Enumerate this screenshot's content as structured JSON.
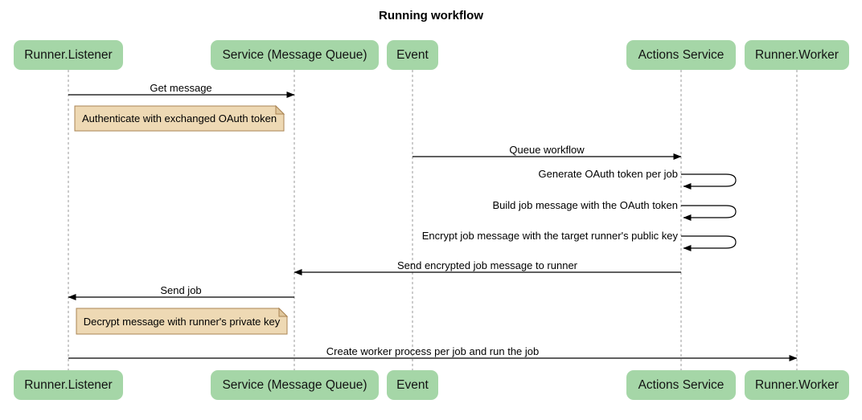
{
  "diagram": {
    "type": "sequence",
    "title": "Running workflow"
  },
  "colors": {
    "participant_fill": "#a5d6a7",
    "note_fill": "#eed9b4",
    "note_border": "#aa8453",
    "note_fold_fill": "#e0c79c",
    "lifeline": "#999999",
    "arrow": "#000000",
    "background": "#ffffff",
    "text": "#000000"
  },
  "participants": [
    {
      "id": "runner-listener",
      "label": "Runner.Listener"
    },
    {
      "id": "service-message-queue",
      "label": "Service (Message Queue)"
    },
    {
      "id": "event",
      "label": "Event"
    },
    {
      "id": "actions-service",
      "label": "Actions Service"
    },
    {
      "id": "runner-worker",
      "label": "Runner.Worker"
    }
  ],
  "messages": [
    {
      "label": "Get message",
      "from": "runner-listener",
      "to": "service-message-queue",
      "kind": "solid-arrow"
    },
    {
      "label": "Queue workflow",
      "from": "event",
      "to": "actions-service",
      "kind": "solid-arrow"
    },
    {
      "label": "Generate OAuth token per job",
      "from": "actions-service",
      "to": "actions-service",
      "kind": "self-loop"
    },
    {
      "label": "Build job message with the OAuth token",
      "from": "actions-service",
      "to": "actions-service",
      "kind": "self-loop"
    },
    {
      "label": "Encrypt job message with the target runner's public key",
      "from": "actions-service",
      "to": "actions-service",
      "kind": "self-loop"
    },
    {
      "label": "Send encrypted job message to runner",
      "from": "actions-service",
      "to": "service-message-queue",
      "kind": "solid-arrow"
    },
    {
      "label": "Send job",
      "from": "service-message-queue",
      "to": "runner-listener",
      "kind": "solid-arrow"
    },
    {
      "label": "Create worker process per job and run the job",
      "from": "runner-listener",
      "to": "runner-worker",
      "kind": "solid-arrow"
    }
  ],
  "notes": [
    {
      "label": "Authenticate with exchanged OAuth token",
      "over": "runner-listener"
    },
    {
      "label": "Decrypt message with runner's private key",
      "over": "runner-listener"
    }
  ]
}
